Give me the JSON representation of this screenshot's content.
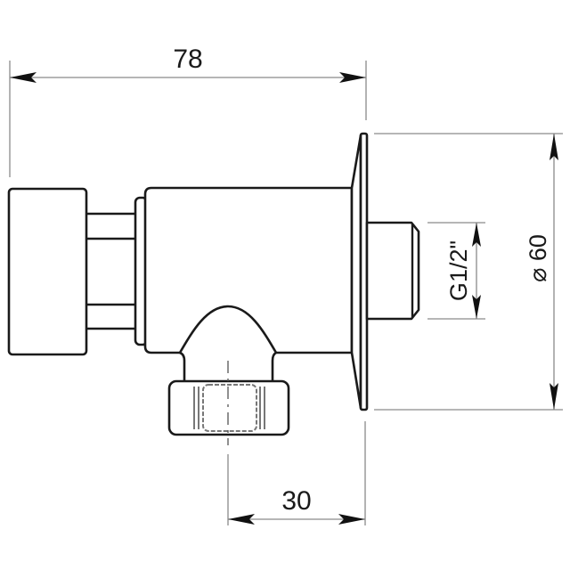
{
  "drawing": {
    "subject": "wall-mounted self-closing valve, side view",
    "dimensions": {
      "overall_length": "78",
      "flange_diameter": "⌀ 60",
      "thread": "G1/2\"",
      "outlet_offset": "30"
    },
    "colors": {
      "line": "#1a1a1a",
      "dimension_line": "#8a8a8a",
      "background": "#ffffff"
    }
  }
}
